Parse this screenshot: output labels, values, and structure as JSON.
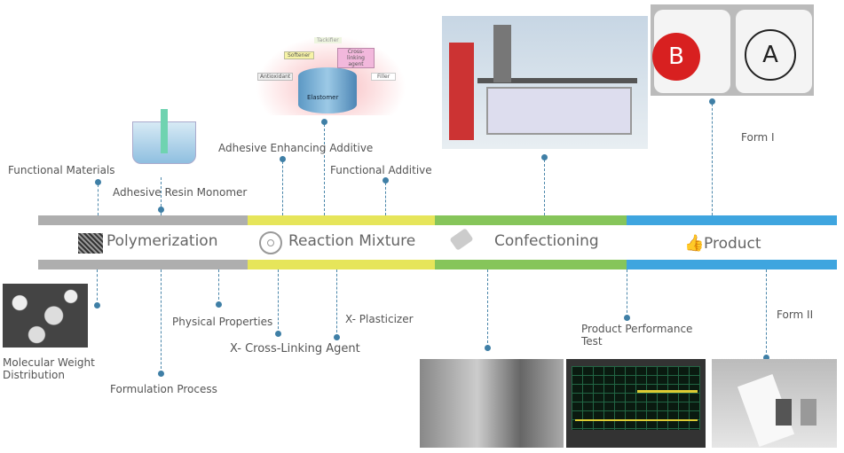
{
  "colors": {
    "polymerization": "#aeaeae",
    "reaction_mixture": "#e6e55a",
    "confectioning": "#86c55a",
    "product": "#3fa5df",
    "connector": "#3f7fa6"
  },
  "stages": [
    {
      "label": "Polymerization",
      "icon": "noise-texture-icon"
    },
    {
      "label": "Reaction Mixture",
      "icon": "disc-icon"
    },
    {
      "label": "Confectioning",
      "icon": "tag-icon"
    },
    {
      "label": "Product",
      "icon": "thumbs-up-icon"
    }
  ],
  "top_labels": {
    "functional_materials": "Functional Materials",
    "adhesive_resin_monomer": "Adhesive Resin Monomer",
    "adhesive_enhancing_additive": "Adhesive Enhancing Additive",
    "functional_additive": "Functional  Additive",
    "form_1": "Form I"
  },
  "bottom_labels": {
    "molecular_weight": "Molecular Weight Distribution",
    "formulation_process": "Formulation  Process",
    "physical_properties": "Physical Properties",
    "cross_linking_agent": "X- Cross-Linking Agent",
    "plasticizer": "X- Plasticizer",
    "product_performance_test": "Product  Performance Test",
    "form_2": "Form II"
  },
  "elastomer_diagram": {
    "center": "Elastomer",
    "parts": [
      "Tackifier",
      "Softener",
      "Cross-linking agent",
      "Antioxidant",
      "Filler"
    ]
  },
  "jars": {
    "left": "B",
    "right": "A"
  }
}
